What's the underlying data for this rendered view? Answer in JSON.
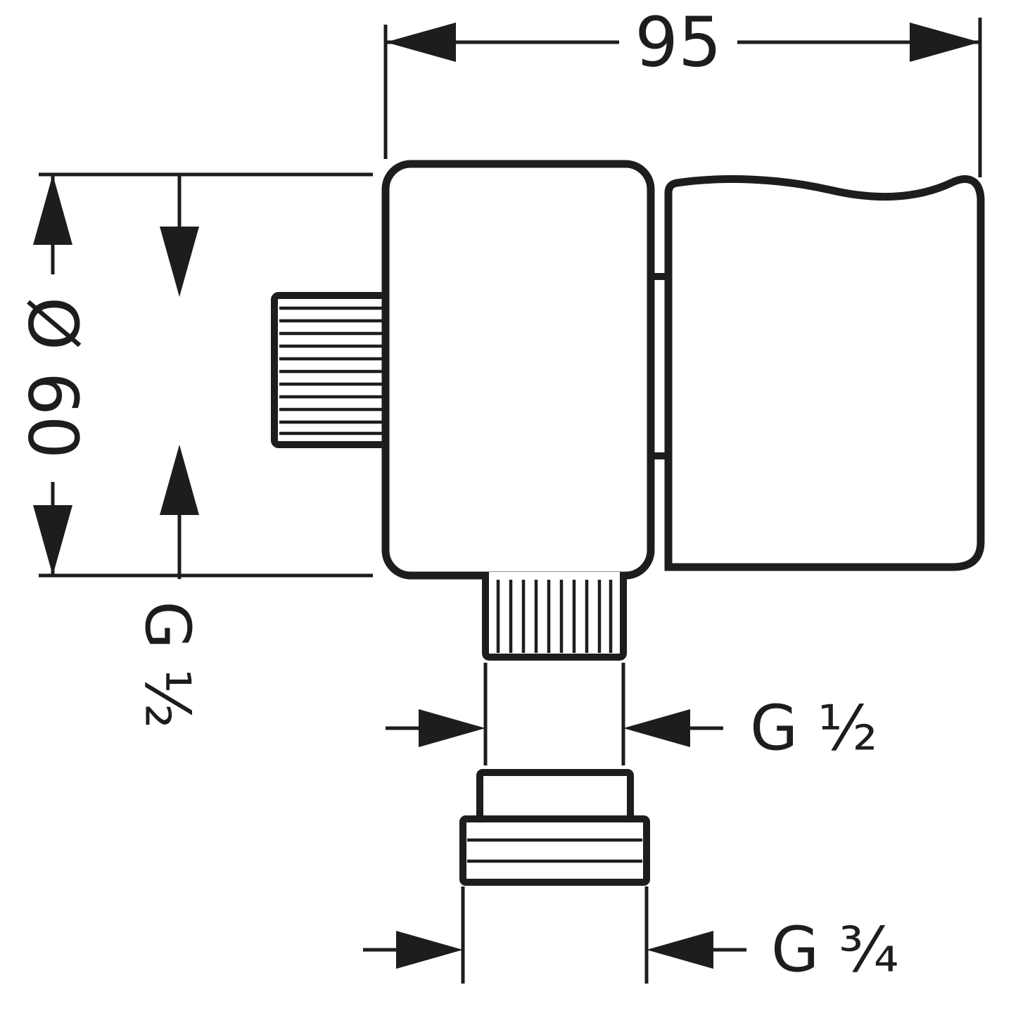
{
  "colors": {
    "line": "#1d1d1b",
    "background": "#ffffff"
  },
  "dims": {
    "overall_width": "95",
    "body_diameter": "Ø 60",
    "wall_thread": "G ½",
    "outlet_thread": "G ½",
    "hose_thread": "G ¾"
  }
}
